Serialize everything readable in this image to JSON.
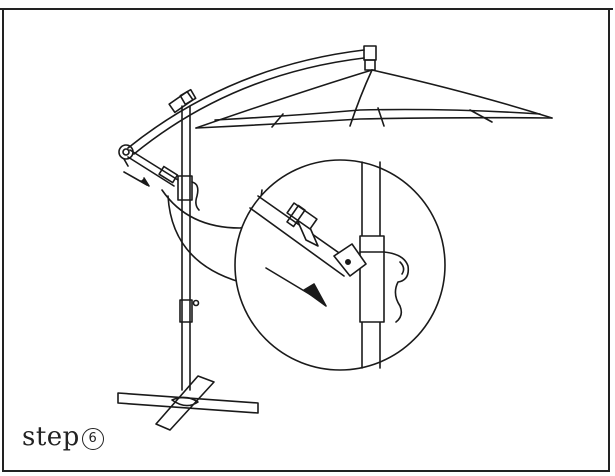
{
  "step": {
    "label": "step",
    "number": "6"
  },
  "icons": {
    "illustration": "umbrella-assembly-diagram",
    "direction_arrow": "arrow-down-right-icon"
  }
}
